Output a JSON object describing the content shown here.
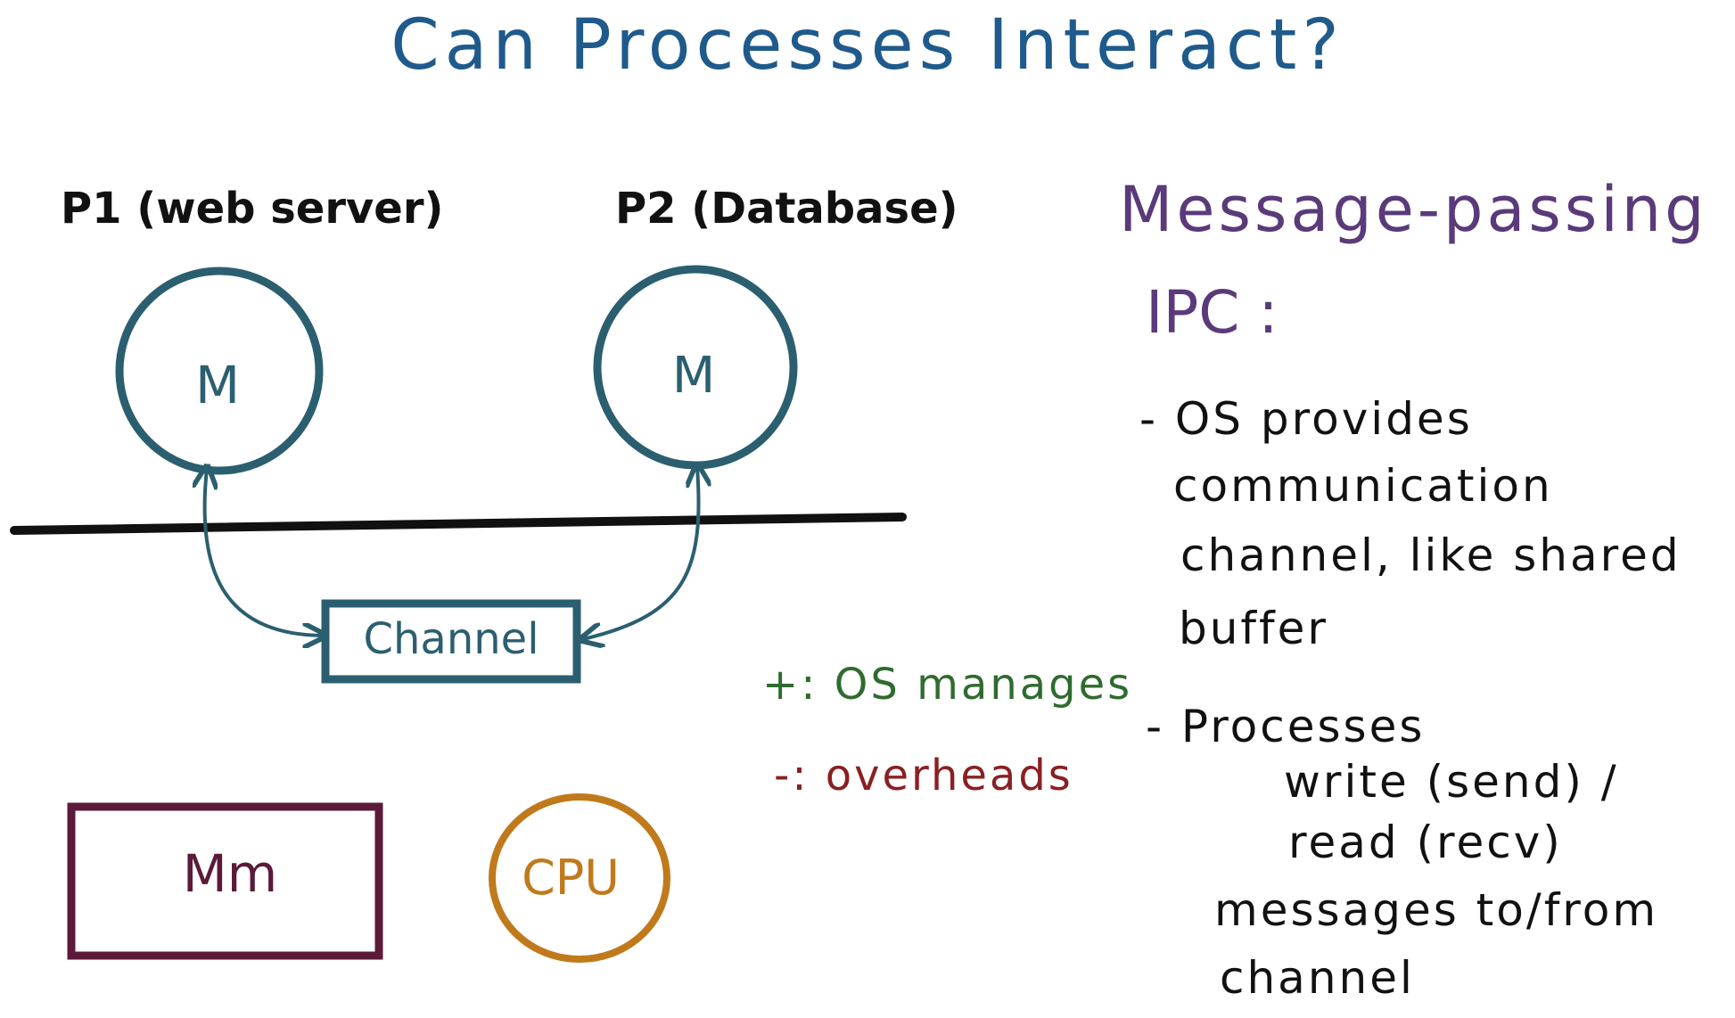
{
  "title": "Can Processes Interact?",
  "process1": {
    "label": "P1 (web server)",
    "memory": "M"
  },
  "process2": {
    "label": "P2 (Database)",
    "memory": "M"
  },
  "channel": "Channel",
  "memory_box": "Mm",
  "cpu": "CPU",
  "notes": {
    "plus": "+: OS manages",
    "minus": "-: overheads"
  },
  "message_passing": {
    "title": "Message-passing",
    "subtitle": "IPC :",
    "points": [
      [
        "- OS provides",
        "communication",
        "channel, like shared",
        "buffer"
      ],
      [
        "- Processes",
        "write (send) /",
        "read (recv)",
        "messages to/from",
        "channel"
      ]
    ]
  },
  "colors": {
    "title": "#1f5a8c",
    "process": "#2b5f70",
    "memory_box": "#5b1a3a",
    "cpu": "#c07a1c",
    "message_passing": "#5a3a7a",
    "plus": "#2f6b2f",
    "minus": "#8a1f22"
  }
}
